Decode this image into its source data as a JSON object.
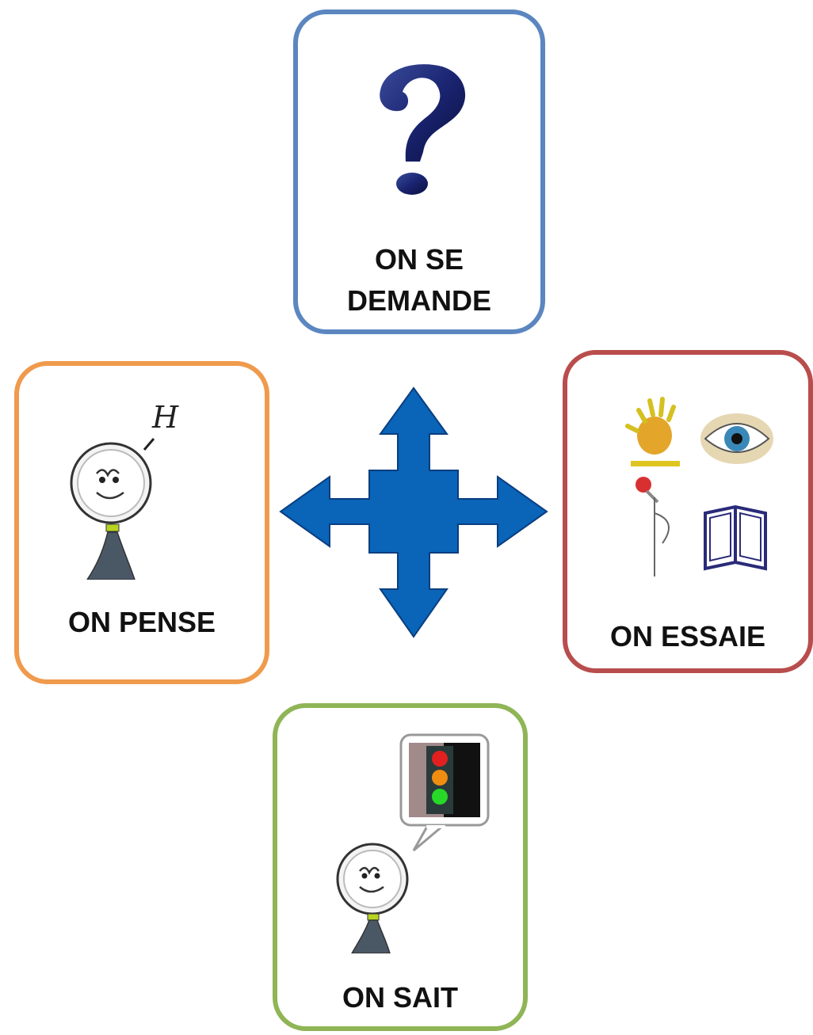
{
  "cards": {
    "top": {
      "label_line1": "ON SE",
      "label_line2": "DEMANDE",
      "border_color": "#5b86c0",
      "icon": "question-mark-icon"
    },
    "left": {
      "label": "ON PENSE",
      "border_color": "#ef9a4c",
      "icon": "thinking-character-icon"
    },
    "right": {
      "label": "ON ESSAIE",
      "border_color": "#b94d4d",
      "icon": "senses-icons"
    },
    "bottom": {
      "label": "ON SAIT",
      "border_color": "#8fb556",
      "icon": "traffic-light-speech-icon"
    }
  },
  "center": {
    "icon": "four-way-arrow-icon",
    "color": "#0a64b8"
  }
}
